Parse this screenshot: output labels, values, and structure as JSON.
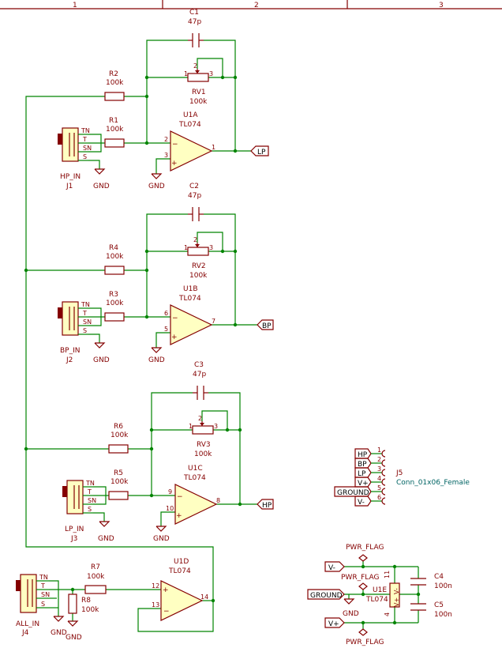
{
  "frame": {
    "columns": [
      "1",
      "2",
      "3"
    ]
  },
  "caps": [
    {
      "ref": "C1",
      "value": "47p"
    },
    {
      "ref": "C2",
      "value": "47p"
    },
    {
      "ref": "C3",
      "value": "47p"
    }
  ],
  "pots": [
    {
      "ref": "RV1",
      "value": "100k",
      "pins": [
        "1",
        "2",
        "3"
      ]
    },
    {
      "ref": "RV2",
      "value": "100k",
      "pins": [
        "1",
        "2",
        "3"
      ]
    },
    {
      "ref": "RV3",
      "value": "100k",
      "pins": [
        "1",
        "2",
        "3"
      ]
    }
  ],
  "resistors": [
    {
      "ref": "R1",
      "value": "100k"
    },
    {
      "ref": "R2",
      "value": "100k"
    },
    {
      "ref": "R3",
      "value": "100k"
    },
    {
      "ref": "R4",
      "value": "100k"
    },
    {
      "ref": "R5",
      "value": "100k"
    },
    {
      "ref": "R6",
      "value": "100k"
    },
    {
      "ref": "R7",
      "value": "100k"
    },
    {
      "ref": "R8",
      "value": "100k"
    }
  ],
  "opamps": [
    {
      "ref": "U1A",
      "value": "TL074",
      "pins": [
        "2",
        "3",
        "1"
      ]
    },
    {
      "ref": "U1B",
      "value": "TL074",
      "pins": [
        "6",
        "5",
        "7"
      ]
    },
    {
      "ref": "U1C",
      "value": "TL074",
      "pins": [
        "9",
        "10",
        "8"
      ]
    },
    {
      "ref": "U1D",
      "value": "TL074",
      "pins": [
        "12",
        "13",
        "14"
      ]
    }
  ],
  "jacks": [
    {
      "ref": "J1",
      "name": "HP_IN",
      "pins": [
        "TN",
        "T",
        "SN",
        "S"
      ]
    },
    {
      "ref": "J2",
      "name": "BP_IN",
      "pins": [
        "TN",
        "T",
        "SN",
        "S"
      ]
    },
    {
      "ref": "J3",
      "name": "LP_IN",
      "pins": [
        "TN",
        "T",
        "SN",
        "S"
      ]
    },
    {
      "ref": "J4",
      "name": "ALL_IN",
      "pins": [
        "TN",
        "T",
        "SN",
        "S"
      ]
    }
  ],
  "gnd_label": "GND",
  "out_labels": [
    "LP",
    "BP",
    "HP"
  ],
  "connector": {
    "ref": "J5",
    "value": "Conn_01x06_Female",
    "pins": [
      {
        "num": "1",
        "label": "HP"
      },
      {
        "num": "2",
        "label": "BP"
      },
      {
        "num": "3",
        "label": "LP"
      },
      {
        "num": "4",
        "label": "V+"
      },
      {
        "num": "5",
        "label": "GROUND"
      },
      {
        "num": "6",
        "label": "V-"
      }
    ]
  },
  "power": {
    "flag": "PWR_FLAG",
    "vminus": "V-",
    "ground": "GROUND",
    "vplus": "V+",
    "gnd": "GND",
    "unit_ref": "U1E",
    "unit_value": "TL074",
    "pin_vm": "11",
    "pin_vp": "4",
    "vm_sym": "V-",
    "vp_sym": "V+",
    "c4": {
      "ref": "C4",
      "value": "100n"
    },
    "c5": {
      "ref": "C5",
      "value": "100n"
    }
  }
}
